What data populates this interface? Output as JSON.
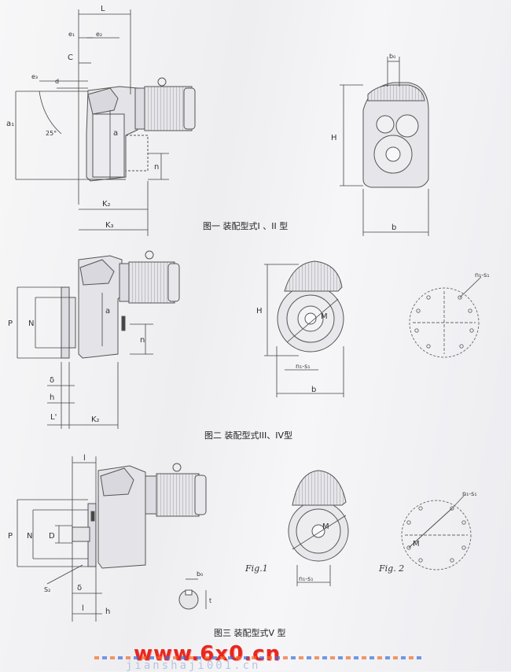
{
  "captions": {
    "fig_one": "图一    装配型式I 、II 型",
    "fig_two": "图二    装配型式III、IV型",
    "fig_three": "图三    装配型式V 型"
  },
  "fig_labels": {
    "fig1": "Fig.1",
    "fig2": "Fig. 2"
  },
  "dimensions": {
    "L": "L",
    "e1": "e₁",
    "e2": "e₂",
    "C": "C",
    "e3": "e₃",
    "d": "d",
    "a1": "a₁",
    "angle": "25°",
    "a": "a",
    "n": "n",
    "K2": "K₂",
    "K3": "K₃",
    "H": "H",
    "b0": "b₀",
    "b": "b",
    "P": "P",
    "N": "N",
    "delta": "δ",
    "h": "h",
    "L_prime": "L'",
    "M": "M",
    "n1s1": "n₁-s₁",
    "l": "l",
    "D": "D",
    "S2": "S₂",
    "t": "t"
  },
  "watermark": {
    "brand": "www.6x0.cn",
    "url": "jianshaji001.cn"
  }
}
